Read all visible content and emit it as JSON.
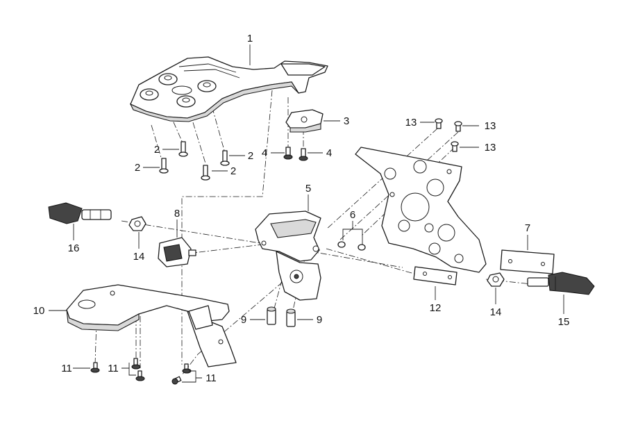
{
  "diagram": {
    "callouts": [
      "1",
      "2",
      "2",
      "2",
      "2",
      "3",
      "4",
      "4",
      "5",
      "6",
      "7",
      "8",
      "9",
      "9",
      "10",
      "11",
      "11",
      "11",
      "12",
      "13",
      "13",
      "13",
      "14",
      "14",
      "15",
      "16"
    ]
  }
}
